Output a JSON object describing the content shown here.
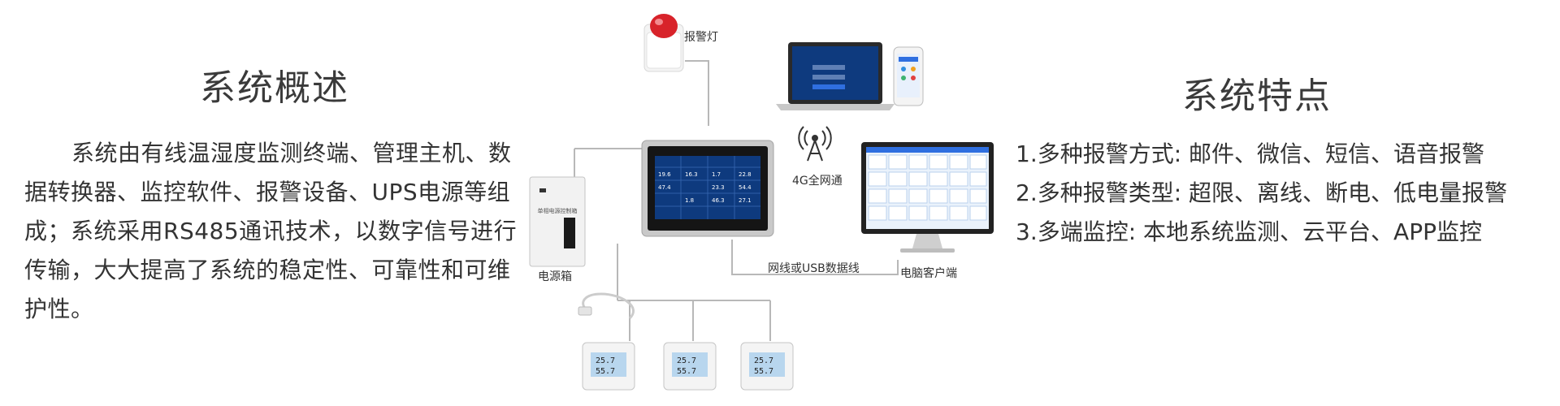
{
  "overview": {
    "title": "系统概述",
    "text": "系统由有线温湿度监测终端、管理主机、数据转换器、监控软件、报警设备、UPS电源等组成；系统采用RS485通讯技术，以数字信号进行传输，大大提高了系统的稳定性、可靠性和可维护性。"
  },
  "features": {
    "title": "系统特点",
    "items": [
      "1.多种报警方式: 邮件、微信、短信、语音报警",
      "2.多种报警类型: 超限、离线、断电、低电量报警",
      "3.多端监控: 本地系统监测、云平台、APP监控"
    ]
  },
  "diagram": {
    "alarm_label": "报警灯",
    "network_label": "4G全网通",
    "power_label": "电源箱",
    "cable_label": "网线或USB数据线",
    "client_label": "电脑客户端",
    "power_box_text": "单相电源控制箱",
    "host_readings": [
      "19.6",
      "16.3",
      "1.7",
      "22.8",
      "47.4",
      "23.3",
      "54.4",
      "1.8",
      "46.3",
      "27.1"
    ],
    "sensor_readings": [
      {
        "temp": "25.7",
        "hum": "55.7"
      },
      {
        "temp": "25.7",
        "hum": "55.7"
      },
      {
        "temp": "25.7",
        "hum": "55.7"
      }
    ]
  },
  "colors": {
    "line": "#b8b8b8",
    "screen_bg": "#0e3a7e",
    "alarm_red": "#d8232a",
    "text": "#333333"
  }
}
